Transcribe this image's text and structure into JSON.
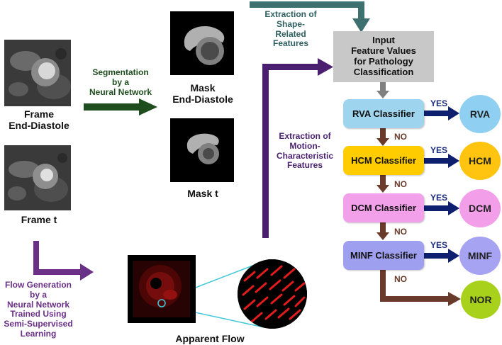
{
  "frames": {
    "end_diastole_label": "Frame\nEnd-Diastole",
    "t_label": "Frame t"
  },
  "segmentation_label": "Segmentation\nby a\nNeural Network",
  "masks": {
    "end_diastole_label": "Mask\nEnd-Diastole",
    "t_label": "Mask t"
  },
  "shape_features_label": "Extraction of\nShape-\nRelated\nFeatures",
  "motion_features_label": "Extraction of\nMotion-\nCharacteristic\nFeatures",
  "flow_generation_label": "Flow Generation\nby a\nNeural Network\nTrained Using\nSemi-Supervised\nLearning",
  "apparent_flow_label": "Apparent Flow",
  "input_box_label": "Input\nFeature Values\nfor Pathology\nClassification",
  "yes_label": "YES",
  "no_label": "NO",
  "classifiers": [
    {
      "label": "RVA Classifier",
      "color": "#9fd4ee",
      "result": "RVA",
      "result_color": "#8fd0f2"
    },
    {
      "label": "HCM Classifier",
      "color": "#ffcc00",
      "result": "HCM",
      "result_color": "#ffc40f"
    },
    {
      "label": "DCM Classifier",
      "color": "#f2a0ea",
      "result": "DCM",
      "result_color": "#f29ee8"
    },
    {
      "label": "MINF Classifier",
      "color": "#9f9ff0",
      "result": "MINF",
      "result_color": "#a7a3f3"
    }
  ],
  "final_result": {
    "label": "NOR",
    "color": "#a8d11c"
  },
  "colors": {
    "green_arrow": "#1e4d1e",
    "teal_arrow": "#3f7070",
    "purple_arrow": "#4a1f6f",
    "violet_arrow": "#6a2f86",
    "navy_arrow": "#0f1f70",
    "brown_arrow": "#6a3a2a",
    "gray_arrow": "#808080",
    "zoom_line": "#40c8d8"
  }
}
